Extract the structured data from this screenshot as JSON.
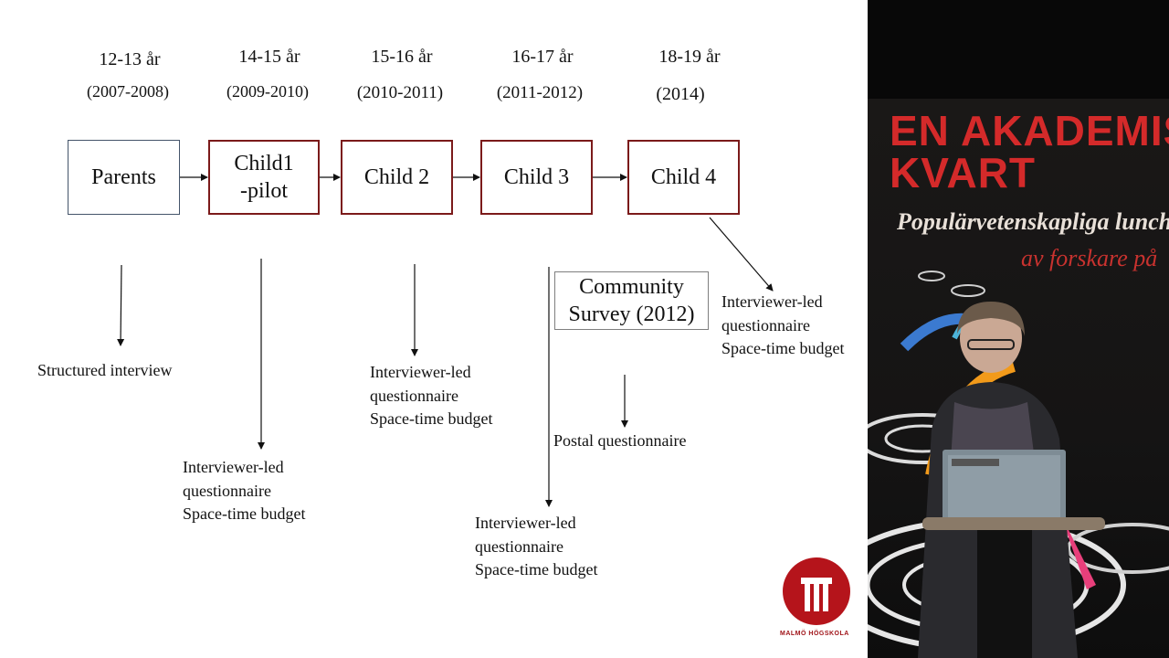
{
  "timeline": [
    {
      "age": "12-13 år",
      "years": "(2007-2008)"
    },
    {
      "age": "14-15 år",
      "years": "(2009-2010)"
    },
    {
      "age": "15-16 år",
      "years": "(2010-2011)"
    },
    {
      "age": "16-17 år",
      "years": "(2011-2012)"
    },
    {
      "age": "18-19 år",
      "years": "(2014)"
    }
  ],
  "boxes": {
    "parents": "Parents",
    "child1_line1": "Child1",
    "child1_line2": "-pilot",
    "child2": "Child 2",
    "child3": "Child 3",
    "child4": "Child 4",
    "community_line1": "Community",
    "community_line2": "Survey (2012)"
  },
  "notes": {
    "structured": "Structured interview",
    "interviewer_led": "Interviewer-led",
    "questionnaire": "questionnaire",
    "space_time": "Space-time  budget",
    "postal": "Postal questionnaire"
  },
  "video": {
    "banner_line1": "EN AKADEMISK",
    "banner_line2": "KVART",
    "banner_sub": "Populärvetenskapliga luncher",
    "banner_sub2": "av forskare på"
  },
  "logo": {
    "text": "MALMÖ HÖGSKOLA",
    "color": "#b5141b"
  },
  "colors": {
    "red_border": "#7b1a1a",
    "gray_border": "#44546a"
  }
}
